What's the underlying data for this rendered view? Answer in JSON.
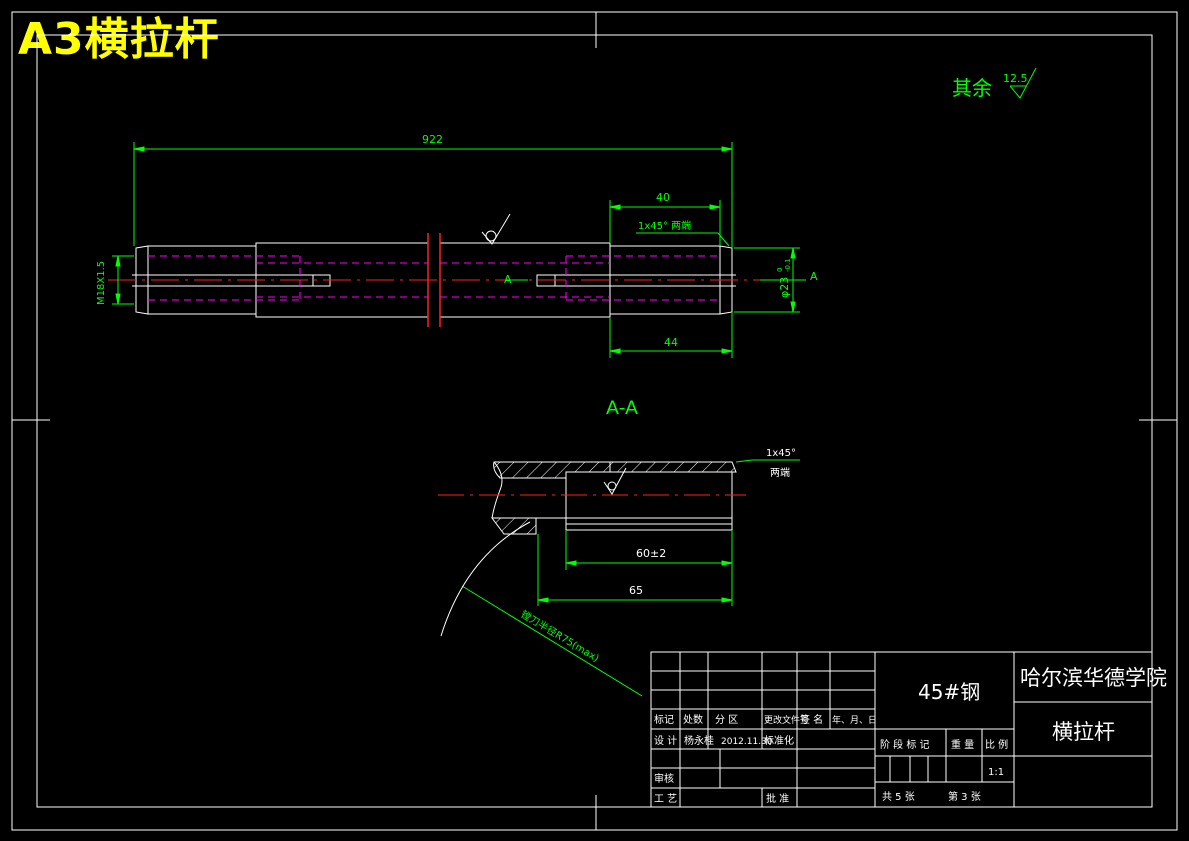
{
  "sheet_title": "A3横拉杆",
  "surface_note": {
    "label": "其余",
    "value": "12.5"
  },
  "main_view": {
    "length_dim": "922",
    "dim_40": "40",
    "chamfer_label": "1x45° 两端",
    "dim_44": "44",
    "thread_label": "M18X1.5",
    "dia_label": "φ23",
    "dia_tol_upper": "0",
    "dia_tol_lower": "-0.1",
    "section_mark_left": "A",
    "section_mark_right": "A"
  },
  "section_view": {
    "title": "A-A",
    "chamfer_label": "1x45°",
    "chamfer_note": "两端",
    "dim_60": "60±2",
    "dim_65": "65",
    "radius_label": "镗刀半径R75(max)"
  },
  "title_block": {
    "material": "45#钢",
    "school": "哈尔滨华德学院",
    "part_name": "横拉杆",
    "header_labels": [
      "标记",
      "处数",
      "分 区",
      "更改文件号",
      "签 名",
      "年、月、日"
    ],
    "design_label": "设 计",
    "designer": "杨永桂",
    "design_date": "2012.11.30",
    "standardize_label": "标准化",
    "review_label": "审核",
    "process_label": "工 艺",
    "approve_label": "批 准",
    "stage_label": "阶 段 标 记",
    "weight_label": "重 量",
    "scale_label": "比 例",
    "scale_value": "1:1",
    "sheets_total": "共 5 张",
    "sheet_no": "第 3 张"
  }
}
